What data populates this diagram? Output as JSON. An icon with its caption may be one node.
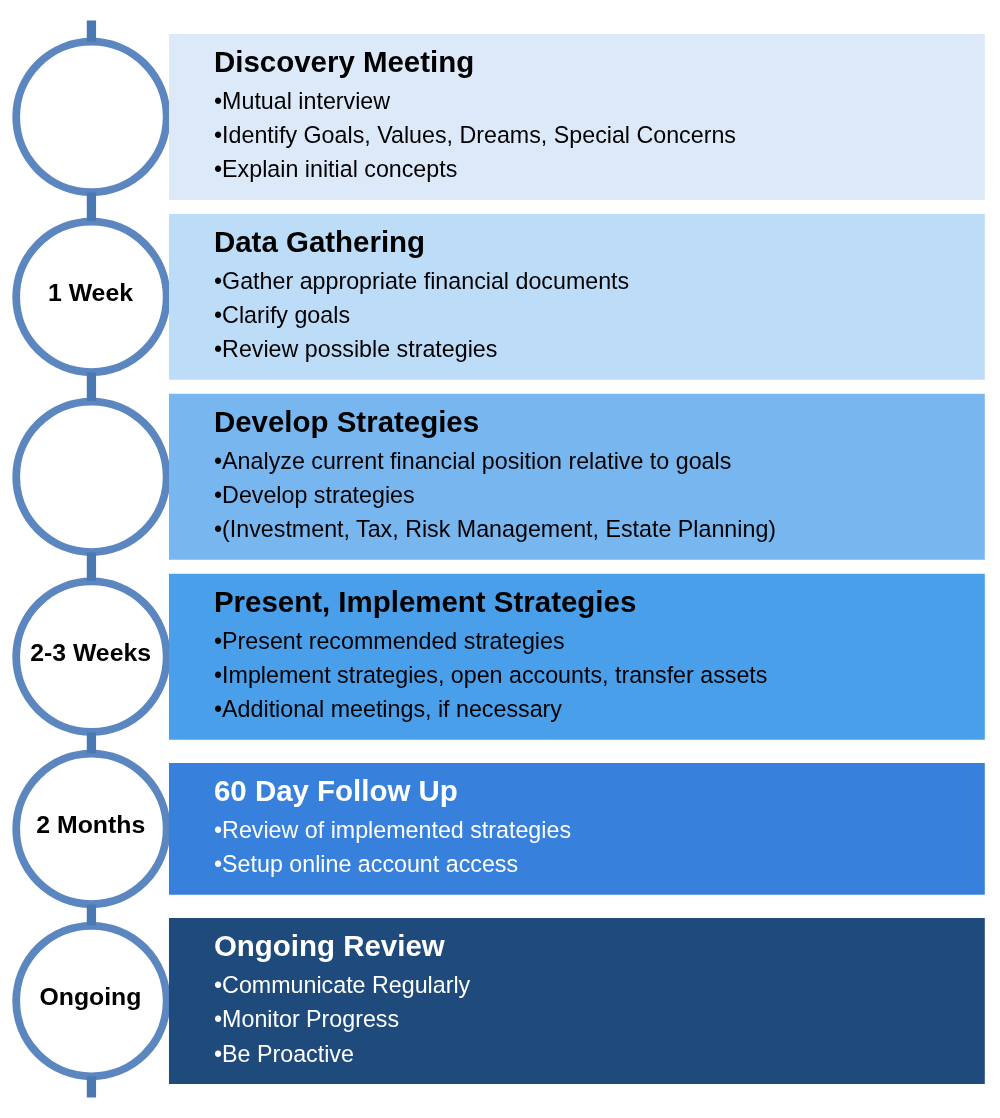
{
  "diagram": {
    "nodes": [
      {
        "text": [],
        "shape": "circle"
      },
      {
        "text": [
          "Discovery Meeting",
          "•Mutual interview",
          "•Identify Goals, Values, Dreams, Special Concerns",
          "•Explain initial concepts"
        ]
      },
      {
        "text": [
          "1 Week"
        ]
      },
      {
        "text": [
          "Data Gathering",
          "•Gather appropriate financial documents",
          "•Clarify goals",
          "•Review possible strategies"
        ]
      },
      {
        "text": [],
        "shape": "circle"
      },
      {
        "text": [
          "Develop Strategies",
          "•Analyze current financial position relative to goals",
          "•Develop strategies",
          "•(Investment, Tax, Risk Management, Estate Planning)"
        ]
      },
      {
        "text": [
          "2-3 Weeks"
        ]
      },
      {
        "text": [
          "Present, Implement Strategies",
          "•Present recommended strategies",
          "•Implement strategies, open accounts, transfer assets",
          "•Additional meetings, if necessary"
        ]
      },
      {
        "text": [
          "2 Months"
        ]
      },
      {
        "text": [
          "60 Day Follow Up",
          "•Review of implemented strategies",
          "•Setup online account access"
        ]
      },
      {
        "text": [
          "Ongoing"
        ]
      },
      {
        "text": [
          "Ongoing Review",
          "•Communicate Regularly",
          "•Monitor Progress",
          "•Be Proactive"
        ]
      }
    ],
    "edges": [
      {
        "from": null,
        "to": 0,
        "arrow": "none"
      },
      {
        "from": 0,
        "to": 2,
        "arrow": "none"
      },
      {
        "from": 2,
        "to": 4,
        "arrow": "none"
      },
      {
        "from": 4,
        "to": 6,
        "arrow": "none"
      },
      {
        "from": 6,
        "to": 8,
        "arrow": "none"
      },
      {
        "from": 8,
        "to": 10,
        "arrow": "none"
      },
      {
        "from": 10,
        "to": null,
        "arrow": "none"
      }
    ]
  }
}
